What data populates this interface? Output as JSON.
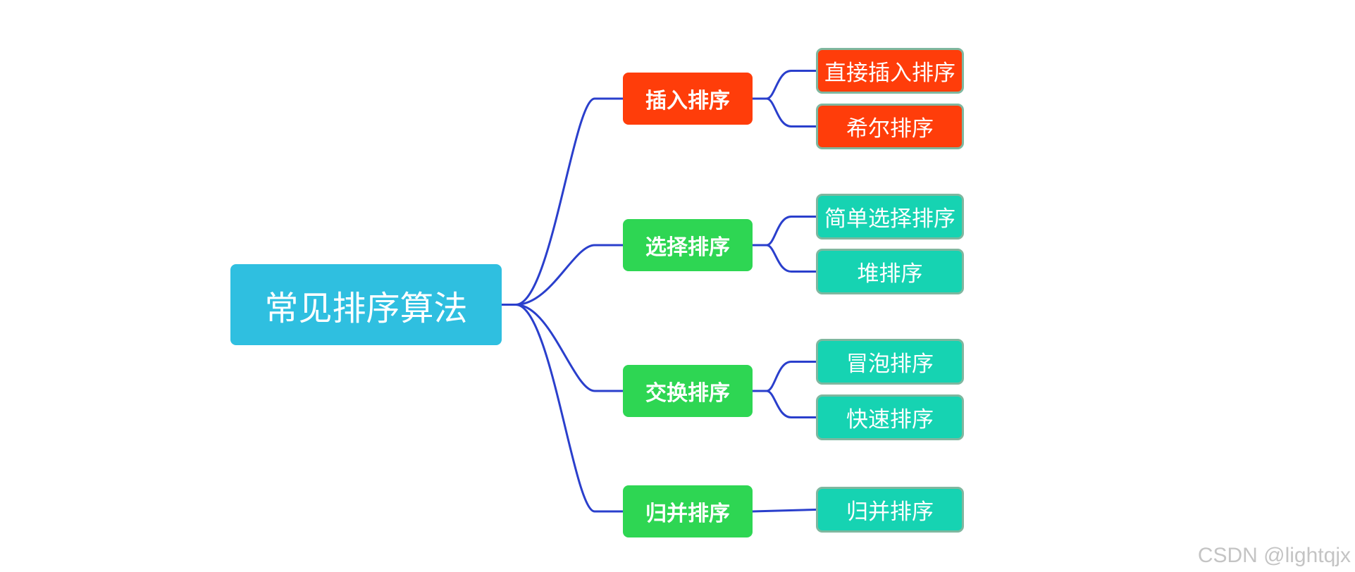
{
  "colors": {
    "connector": "#2a3fcc",
    "root": "#2fbfe0",
    "branch_insert": "#ff3d0a",
    "branch_green": "#2ed653",
    "leaf_orange": "#ff3d0a",
    "leaf_teal": "#16d3b2",
    "leaf_border": "#7fb79f",
    "watermark": "#c4c4c4"
  },
  "mindmap": {
    "root": "常见排序算法",
    "branches": [
      {
        "label": "插入排序",
        "children": [
          "直接插入排序",
          "希尔排序"
        ]
      },
      {
        "label": "选择排序",
        "children": [
          "简单选择排序",
          "堆排序"
        ]
      },
      {
        "label": "交换排序",
        "children": [
          "冒泡排序",
          "快速排序"
        ]
      },
      {
        "label": "归并排序",
        "children": [
          "归并排序"
        ]
      }
    ]
  },
  "watermark": "CSDN @lightqjx"
}
